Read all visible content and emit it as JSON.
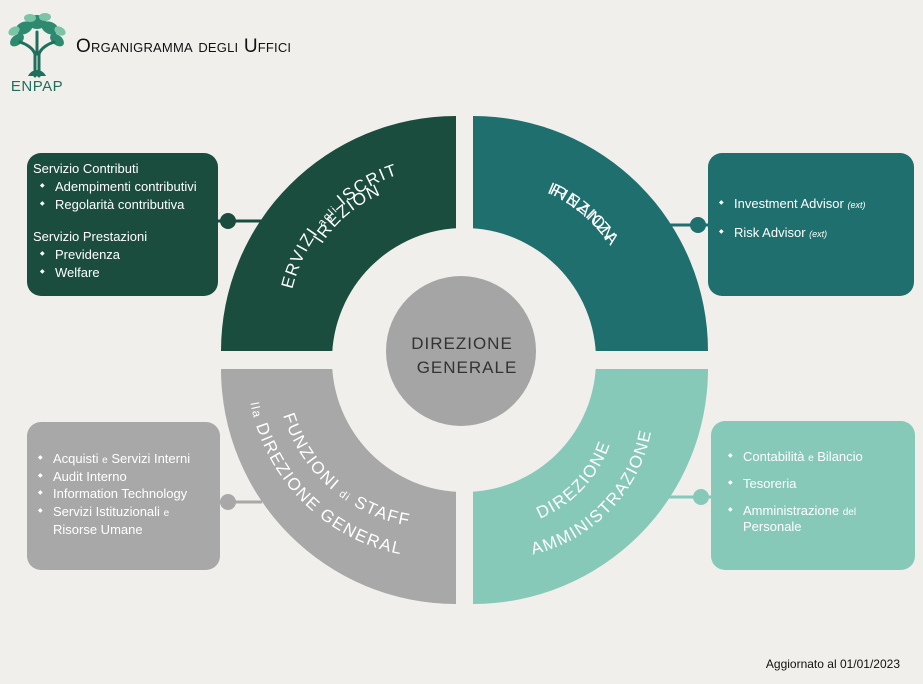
{
  "header": {
    "logo_text": "ENPAP",
    "title": "Organigramma degli Uffici"
  },
  "center": {
    "line1": "DIREZIONE",
    "line2": "GENERALE"
  },
  "quadrants": {
    "iscritti": {
      "line1": "DIREZIONE",
      "line2_a": "SERVIZI",
      "line2_b": "agli",
      "line2_c": "ISCRITTI"
    },
    "finanza": {
      "line1": "DIREZIONE",
      "line2": "FINANZA"
    },
    "staff": {
      "line1_a": "FUNZIONI",
      "line1_b": "di",
      "line1_c": "STAFF",
      "line2_a": "alla",
      "line2_b": "DIREZIONE GENERALE"
    },
    "amministrazione": {
      "line1": "DIREZIONE",
      "line2": "AMMINISTRAZIONE"
    }
  },
  "boxes": {
    "iscritti": {
      "section1": "Servizio Contributi",
      "section1_items": [
        "Adempimenti contributivi",
        "Regolarità contributiva"
      ],
      "section2": "Servizio Prestazioni",
      "section2_items": [
        "Previdenza",
        "Welfare"
      ]
    },
    "finanza": {
      "items": [
        {
          "label": "Investment Advisor",
          "suffix": "(ext)"
        },
        {
          "label": "Risk Advisor",
          "suffix": "(ext)"
        }
      ]
    },
    "staff": {
      "item1_a": "Acquisti",
      "item1_b": "e",
      "item1_c": "Servizi Interni",
      "item2": "Audit Interno",
      "item3": "Information Technology",
      "item4_a": "Servizi Istituzionali",
      "item4_b": "e",
      "item4_c": "Risorse Umane"
    },
    "amministrazione": {
      "item1_a": "Contabilità",
      "item1_b": "e",
      "item1_c": "Bilancio",
      "item2": "Tesoreria",
      "item3_a": "Amministrazione",
      "item3_b": "del",
      "item3_c": "Personale"
    }
  },
  "footer": {
    "updated": "Aggiornato al 01/01/2023"
  },
  "colors": {
    "background": "#f0efec",
    "iscritti": "#1a4d3e",
    "finanza": "#1e6f6d",
    "staff": "#a8a8a8",
    "amministrazione": "#86c9b9",
    "center": "#a5a5a5",
    "logo": "#1f6f5c"
  }
}
